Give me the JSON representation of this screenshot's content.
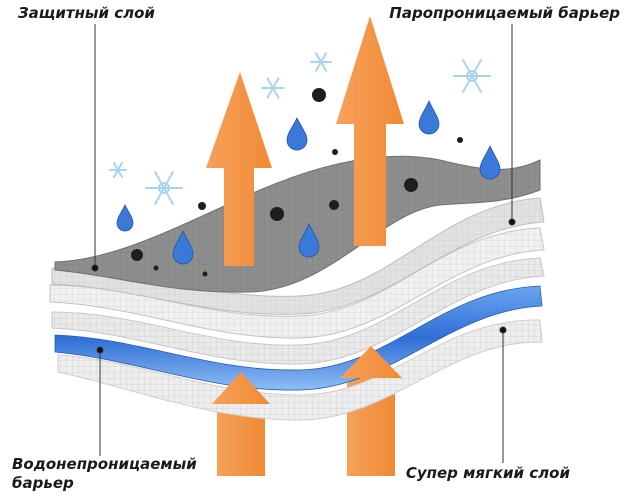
{
  "labels": {
    "protective_layer": "Защитный слой",
    "vapor_barrier": "Паропроницаемый барьер",
    "waterproof_barrier_line1": "Водонепроницаемый",
    "waterproof_barrier_line2": "барьер",
    "super_soft_layer": "Супер мягкий слой"
  },
  "colors": {
    "arrow": "#f79a4a",
    "top_layer": "#8e8e8e",
    "membrane": "#3d7fe0",
    "light_layer": "#e6e6e6",
    "drop": "#3a79d8",
    "snow": "#bfdff2",
    "particle": "#1e1e1e"
  },
  "icons": [
    "arrow-up-icon",
    "water-drop-icon",
    "snowflake-icon",
    "particle-icon"
  ]
}
